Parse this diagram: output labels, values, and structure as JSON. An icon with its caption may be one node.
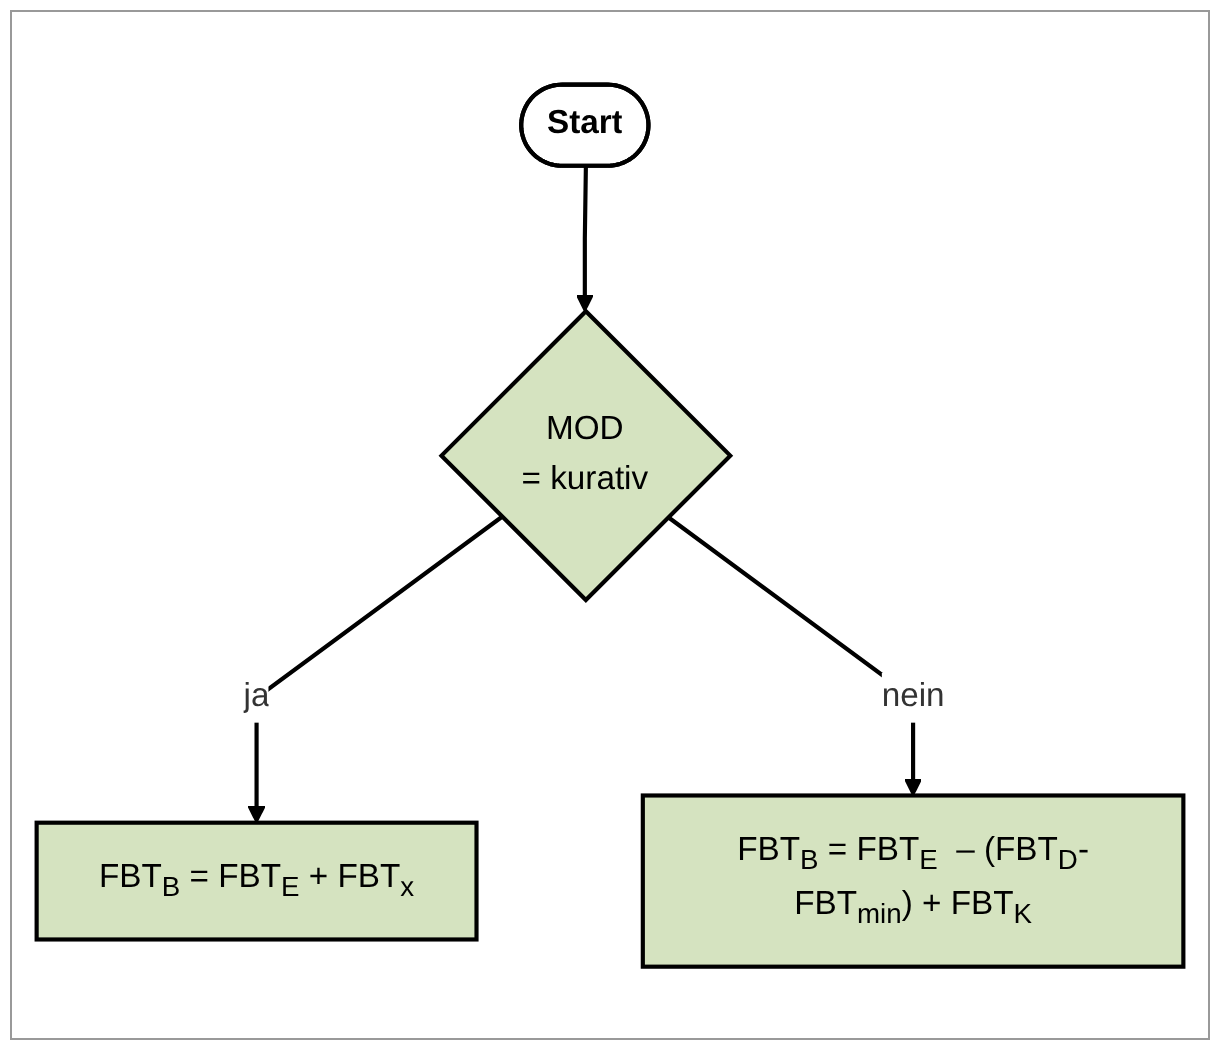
{
  "diagram": {
    "nodes": [
      {
        "text": [
          "Start"
        ]
      },
      {
        "text": [
          "MOD",
          "= kurativ"
        ]
      },
      {
        "text": [
          "FBT$_{B}$ = FBT$_{E}$ + FBT$_{x}$"
        ]
      },
      {
        "text": [
          "FBT$_{B}$ = FBT$_{E}$  – (FBT$_{D}$-FBT$_{min}$) + FBT$_{K}$"
        ]
      }
    ],
    "edges": [
      {
        "from": 0,
        "to": 1,
        "arrow": "to"
      },
      {
        "from": 1,
        "to": 2,
        "arrow": "to",
        "label": "ja"
      },
      {
        "from": 1,
        "to": 3,
        "arrow": "to",
        "label": "nein"
      }
    ]
  }
}
